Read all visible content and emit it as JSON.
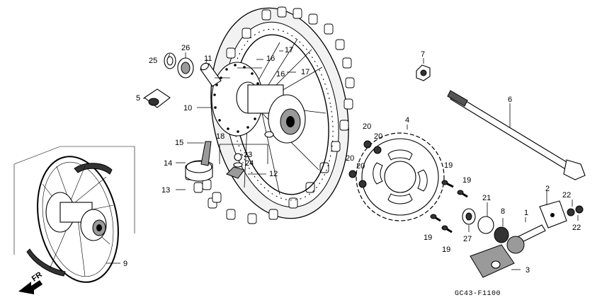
{
  "diagram_code": "GC43-F1100",
  "direction_label": "FR",
  "callouts": {
    "c1": "1",
    "c2": "2",
    "c3": "3",
    "c4": "4",
    "c5": "5",
    "c6": "6",
    "c7": "7",
    "c8": "8",
    "c9": "9",
    "c10": "10",
    "c11": "11",
    "c12": "12",
    "c13": "13",
    "c14": "14",
    "c15": "15",
    "c16a": "16",
    "c16b": "16",
    "c17a": "17",
    "c17b": "17",
    "c18": "18",
    "c19a": "19",
    "c19b": "19",
    "c19c": "19",
    "c19d": "19",
    "c20a": "20",
    "c20b": "20",
    "c20c": "20",
    "c20d": "20",
    "c21": "21",
    "c22a": "22",
    "c22b": "22",
    "c23": "23",
    "c24": "24",
    "c25": "25",
    "c26": "26",
    "c27": "27"
  }
}
